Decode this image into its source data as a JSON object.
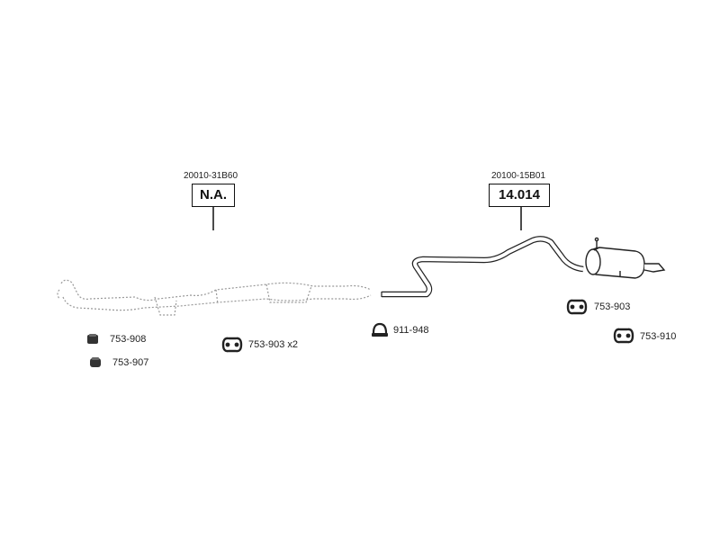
{
  "assemblies": [
    {
      "oem_code": "20010-31B60",
      "ref": "N.A."
    },
    {
      "oem_code": "20100-15B01",
      "ref": "14.014"
    }
  ],
  "parts": [
    {
      "code": "753-908",
      "icon": "rubber-bush-icon"
    },
    {
      "code": "753-907",
      "icon": "rubber-bush-icon"
    },
    {
      "code": "753-903 x2",
      "icon": "rubber-hanger-icon"
    },
    {
      "code": "911-948",
      "icon": "pipe-clamp-icon"
    },
    {
      "code": "753-903",
      "icon": "rubber-hanger-icon"
    },
    {
      "code": "753-910",
      "icon": "rubber-hanger-icon"
    }
  ]
}
